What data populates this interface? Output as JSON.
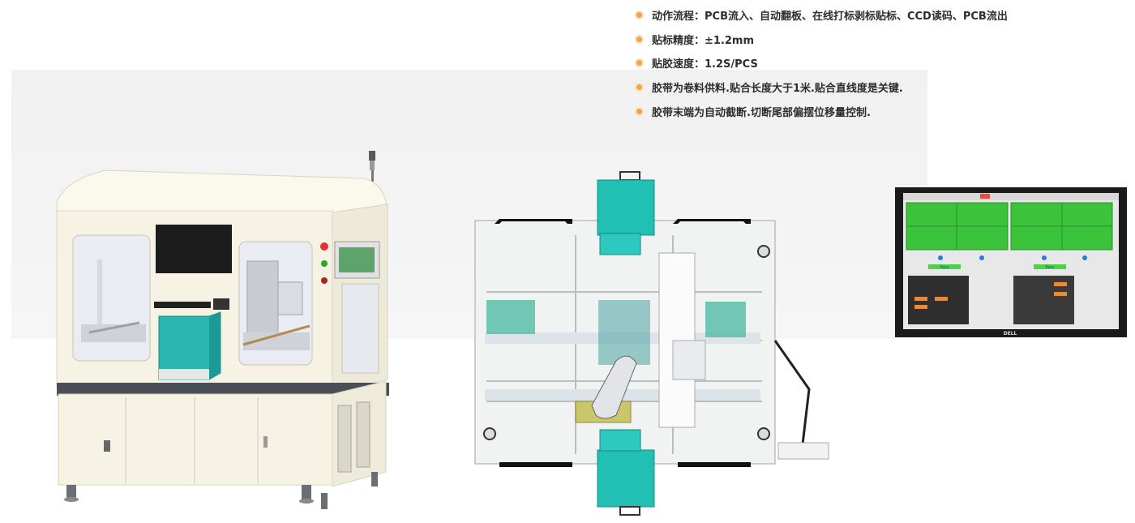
{
  "specs": {
    "items": [
      {
        "label": "动作流程：PCB流入、自动翻板、在线打标剥标贴标、CCD读码、PCB流出"
      },
      {
        "label": "贴标精度：±1.2mm"
      },
      {
        "label": "贴胶速度：1.2S/PCS"
      },
      {
        "label": "胶带为卷料供料.贴合长度大于1米.贴合直线度是关键."
      },
      {
        "label": "胶带末端为自动截断.切断尾部偏摆位移量控制."
      }
    ]
  },
  "monitor": {
    "brand": "DELL",
    "screen_labels": {
      "pass_left": "Pass",
      "pass_right": "Pass"
    }
  },
  "colors": {
    "accent_bullet": "#f0a646",
    "machine_body": "#f7f3e4",
    "teal": "#22b5ae",
    "status_green": "#3cc33c",
    "olive": "#c8c46a"
  },
  "icons": [
    "bullet-dot",
    "signal-tower",
    "emergency-stop"
  ]
}
